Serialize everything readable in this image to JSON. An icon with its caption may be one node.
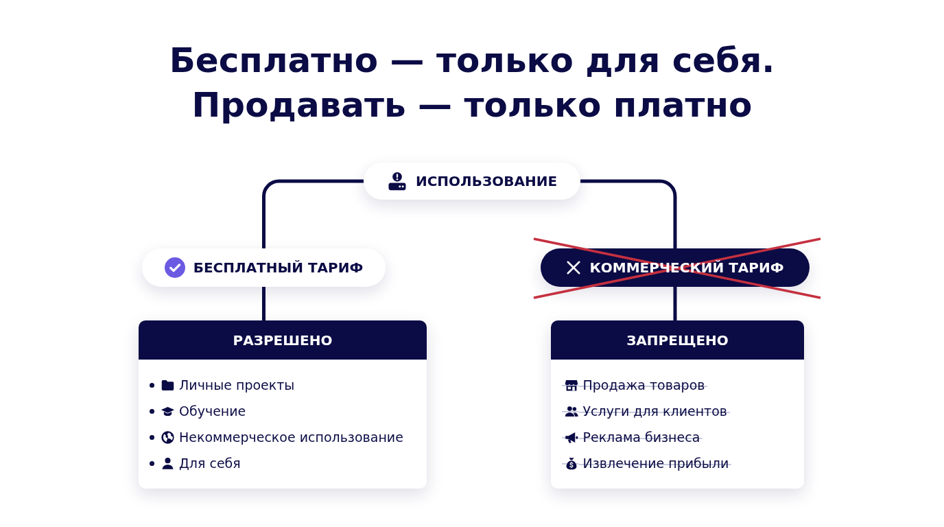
{
  "diagram": {
    "title": "Бесплатно — только для себя. Продавать — только платно",
    "nodes": [
      {
        "text": [
          "ИСПОЛЬЗОВАНИЕ"
        ]
      },
      {
        "text": [
          "БЕСПЛАТНЫЙ ТАРИФ"
        ]
      },
      {
        "text": [
          "КОММЕРЧЕСКИЙ ТАРИФ"
        ]
      },
      {
        "text": [
          "РАЗРЕШЕНО",
          "Личные проекты",
          "Обучение",
          "Некоммерческое использование",
          "Для себя"
        ]
      },
      {
        "text": [
          "ЗАПРЕЩЕНО",
          "Продажа товаров",
          "Услуги для клиентов",
          "Реклама бизнеса",
          "Извлечение прибыли"
        ]
      }
    ],
    "edges": [
      {
        "from": 0,
        "to": 1,
        "arrow": "none"
      },
      {
        "from": 0,
        "to": 2,
        "arrow": "none"
      },
      {
        "from": 1,
        "to": 3,
        "arrow": "none"
      },
      {
        "from": 2,
        "to": 4,
        "arrow": "none"
      }
    ]
  }
}
